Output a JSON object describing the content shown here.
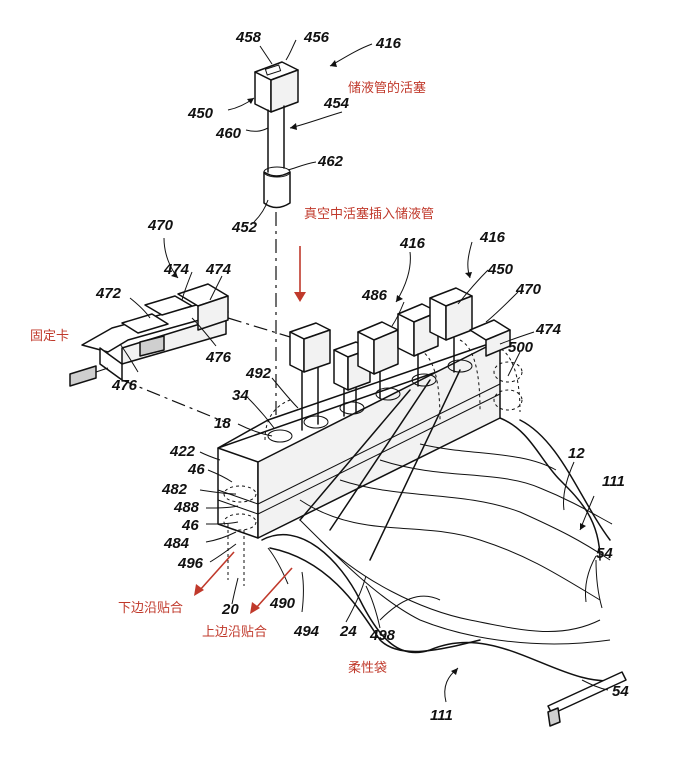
{
  "figure": {
    "ref_numbers": {
      "r458": "458",
      "r456": "456",
      "r416_top": "416",
      "r450_top": "450",
      "r454": "454",
      "r460": "460",
      "r462": "462",
      "r452": "452",
      "r470_left": "470",
      "r474_a": "474",
      "r474_b": "474",
      "r472": "472",
      "r476_a": "476",
      "r476_b": "476",
      "r416_mid": "416",
      "r416_right": "416",
      "r450_right": "450",
      "r486": "486",
      "r470_right": "470",
      "r474_right": "474",
      "r500": "500",
      "r492": "492",
      "r34": "34",
      "r18": "18",
      "r422": "422",
      "r46_a": "46",
      "r482": "482",
      "r488": "488",
      "r46_b": "46",
      "r484": "484",
      "r496": "496",
      "r20": "20",
      "r490": "490",
      "r494": "494",
      "r24": "24",
      "r498": "498",
      "r12": "12",
      "r111_right": "111",
      "r54_a": "54",
      "r54_b": "54",
      "r111_bottom": "111"
    },
    "annotations": {
      "plunger": "储液管的活塞",
      "vacuum_insert": "真空中活塞插入储液管",
      "clip": "固定卡",
      "lower_edge": "下边沿贴合",
      "upper_edge": "上边沿贴合",
      "bag": "柔性袋"
    },
    "colors": {
      "annotation": "#c0392b",
      "line": "#111111"
    }
  }
}
